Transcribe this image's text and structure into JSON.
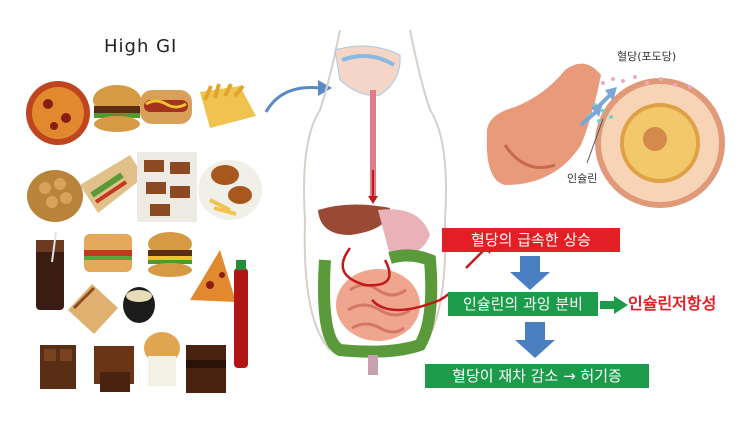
{
  "food": {
    "title": "High  GI",
    "items": [
      "pizza-icon",
      "burger-icon",
      "hotdog-icon",
      "fries-icon",
      "nuts-icon",
      "burrito-icon",
      "cookies-icon",
      "fried-chicken-icon",
      "cola-icon",
      "sandwich-icon",
      "burger-icon",
      "pizza-slice-icon",
      "toast-icon",
      "bowl-icon",
      "soda-bottle-icon",
      "chocolate-icon",
      "brownie-icon",
      "muffin-icon",
      "cake-icon"
    ]
  },
  "pancreas": {
    "glucose_label": "혈당(포도당)",
    "insulin_label": "인슐린"
  },
  "flow": {
    "step1": "혈당의 급속한 상승",
    "step2": "인슐린의 과잉 분비",
    "step2_result": "인슐린저항성",
    "step3": "혈당이 재차 감소 → 허기증"
  },
  "colors": {
    "red_box": "#e31e24",
    "green_box": "#1c9b4a",
    "down_arrow": "#4a7fc1",
    "result_text": "#e31e24"
  }
}
